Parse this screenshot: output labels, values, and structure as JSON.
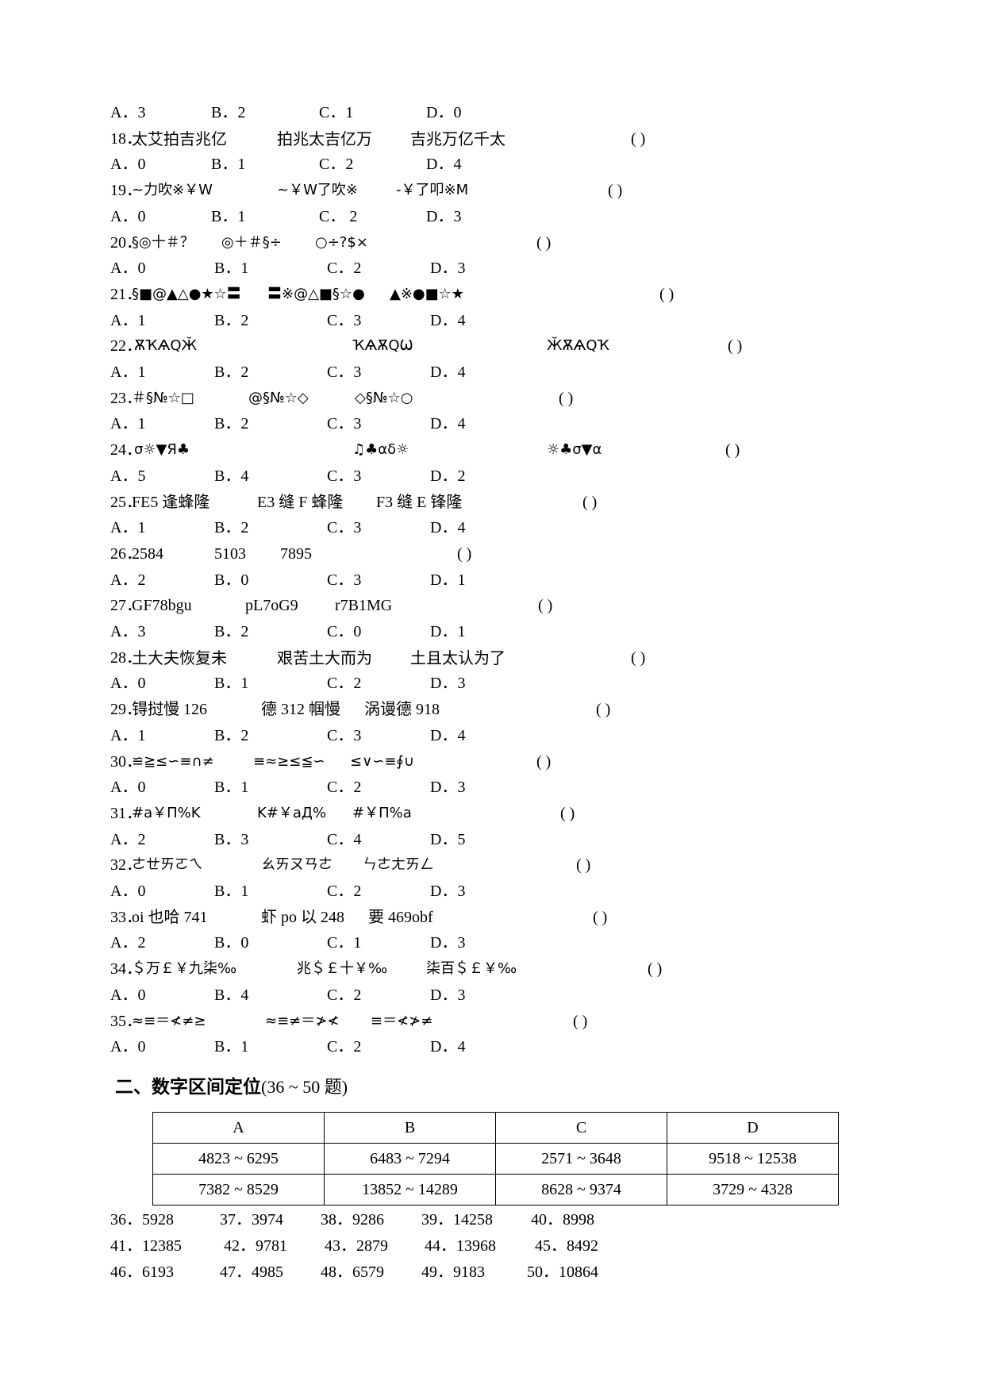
{
  "section1": {
    "questions": [
      {
        "num": "",
        "items": [],
        "options": [
          "A．3",
          "B．2",
          "C．1",
          "D．0"
        ]
      },
      {
        "num": "18．",
        "items": [
          "太艾拍吉兆亿",
          "拍兆太吉亿万",
          "吉兆万亿千太"
        ],
        "paren": "( )",
        "options": [
          "A．0",
          "B．1",
          "C．2",
          "D．4"
        ]
      },
      {
        "num": "19．",
        "items": [
          "~力吹※￥W",
          "~￥W了吹※",
          "-￥了叩※M"
        ],
        "paren": "( )",
        "options": [
          "A．0",
          "B．1",
          "C． 2",
          "D．3"
        ]
      },
      {
        "num": "20．",
        "items": [
          "§◎十＃？",
          "◎＋＃§÷",
          "○÷?$×"
        ],
        "paren": "( )",
        "options": [
          "A．0",
          "B．1",
          "C．2",
          "D．3"
        ]
      },
      {
        "num": "21．",
        "items": [
          "§■@▲△●★☆〓",
          "〓※@△■§☆●",
          "▲※●■☆★"
        ],
        "paren": "( )",
        "options": [
          "A．1",
          "B．2",
          "C．3",
          "D．4"
        ]
      },
      {
        "num": "22．",
        "items": [
          "ѪҠѦԚӁ",
          "ҠѦѪԚѠ",
          "ӁѪѦԚҠ"
        ],
        "paren": "( )",
        "options": [
          "A．1",
          "B．2",
          "C．3",
          "D．4"
        ]
      },
      {
        "num": "23．",
        "items": [
          "＃§№☆□",
          "@§№☆◇",
          "◇§№☆○"
        ],
        "paren": "( )",
        "options": [
          "A．1",
          "B．2",
          "C．3",
          "D．4"
        ]
      },
      {
        "num": "24．",
        "items": [
          "σ☼▼Я♣",
          "♫♣αδ☼",
          "☼♣σ▼α"
        ],
        "paren": "( )",
        "options": [
          "A．5",
          "B．4",
          "C．3",
          "D．2"
        ]
      },
      {
        "num": "25．",
        "items": [
          "FE5 逢蜂隆",
          "E3 缝 F 蜂隆",
          "F3 缝 E 锋隆"
        ],
        "paren": "( )",
        "options": [
          "A．1",
          "B．2",
          "C．3",
          "D．4"
        ]
      },
      {
        "num": "26．",
        "items": [
          "2584",
          "5103",
          "7895"
        ],
        "paren": "( )",
        "options": [
          "A．2",
          "B．0",
          "C．3",
          "D．1"
        ]
      },
      {
        "num": "27．",
        "items": [
          "GF78bgu",
          "pL7oG9",
          "r7B1MG"
        ],
        "paren": "( )",
        "options": [
          "A．3",
          "B．2",
          "C．0",
          "D．1"
        ]
      },
      {
        "num": "28．",
        "items": [
          "土大夫恢复未",
          "艰苦土大而为",
          "土且太认为了"
        ],
        "paren": "( )",
        "options": [
          "A．0",
          "B．1",
          "C．2",
          "D．3"
        ]
      },
      {
        "num": "29．",
        "items": [
          "锝挝慢 126",
          "德 312 帼慢",
          "涡谩德 918"
        ],
        "paren": "( )",
        "options": [
          "A．1",
          "B．2",
          "C．3",
          "D．4"
        ]
      },
      {
        "num": "30．",
        "items": [
          "≌≧≤∽≡∩≠",
          "≡≈≥≤≦∽",
          "≤∨∽≡∮∪"
        ],
        "paren": "( )",
        "options": [
          "A．0",
          "B．1",
          "C．2",
          "D．3"
        ]
      },
      {
        "num": "31．",
        "items": [
          "#a￥П%K",
          "K#￥aД%",
          "#￥П%a"
        ],
        "paren": "( )",
        "options": [
          "A．2",
          "B．3",
          "C．4",
          "D．5"
        ]
      },
      {
        "num": "32．",
        "items": [
          "ㄜㄝㄞㄛㄟ",
          "ㄠㄞㄡㄢㄜ",
          "ㄣㄜㄤㄞㄥ"
        ],
        "paren": "( )",
        "options": [
          "A．0",
          "B．1",
          "C．2",
          "D．3"
        ]
      },
      {
        "num": "33．",
        "items": [
          "oi 也哈 741",
          "虾 po 以 248",
          "要 469obf"
        ],
        "paren": "( )",
        "options": [
          "A．2",
          "B．0",
          "C．1",
          "D．3"
        ]
      },
      {
        "num": "34．",
        "items": [
          "＄万￡￥九柒‰",
          "兆＄￡十￥‰",
          "柒百＄￡￥‰"
        ],
        "paren": "( )",
        "options": [
          "A．0",
          "B．4",
          "C．2",
          "D．3"
        ]
      },
      {
        "num": "35．",
        "items": [
          "≈≡＝≮≠≥",
          "≈≡≠＝≯≮",
          "≡＝≮≯≠"
        ],
        "paren": "( )",
        "options": [
          "A．0",
          "B．1",
          "C．2",
          "D．4"
        ]
      }
    ]
  },
  "section2": {
    "title": "二、数字区间定位",
    "range_note": "(36 ~ 50 题)",
    "table": {
      "headers": [
        "A",
        "B",
        "C",
        "D"
      ],
      "rows": [
        [
          "4823 ~ 6295",
          "6483 ~ 7294",
          "2571 ~ 3648",
          "9518 ~ 12538"
        ],
        [
          "7382 ~ 8529",
          "13852 ~ 14289",
          "8628 ~ 9374",
          "3729 ~ 4328"
        ]
      ]
    },
    "items": [
      [
        "36．5928",
        "37．3974",
        "38．9286",
        "39．14258",
        "40．8998"
      ],
      [
        "41．12385",
        "42．9781",
        "43．2879",
        "44．13968",
        "45．8492"
      ],
      [
        "46．6193",
        "47．4985",
        "48．6579",
        "49．9183",
        "50．10864"
      ]
    ]
  }
}
